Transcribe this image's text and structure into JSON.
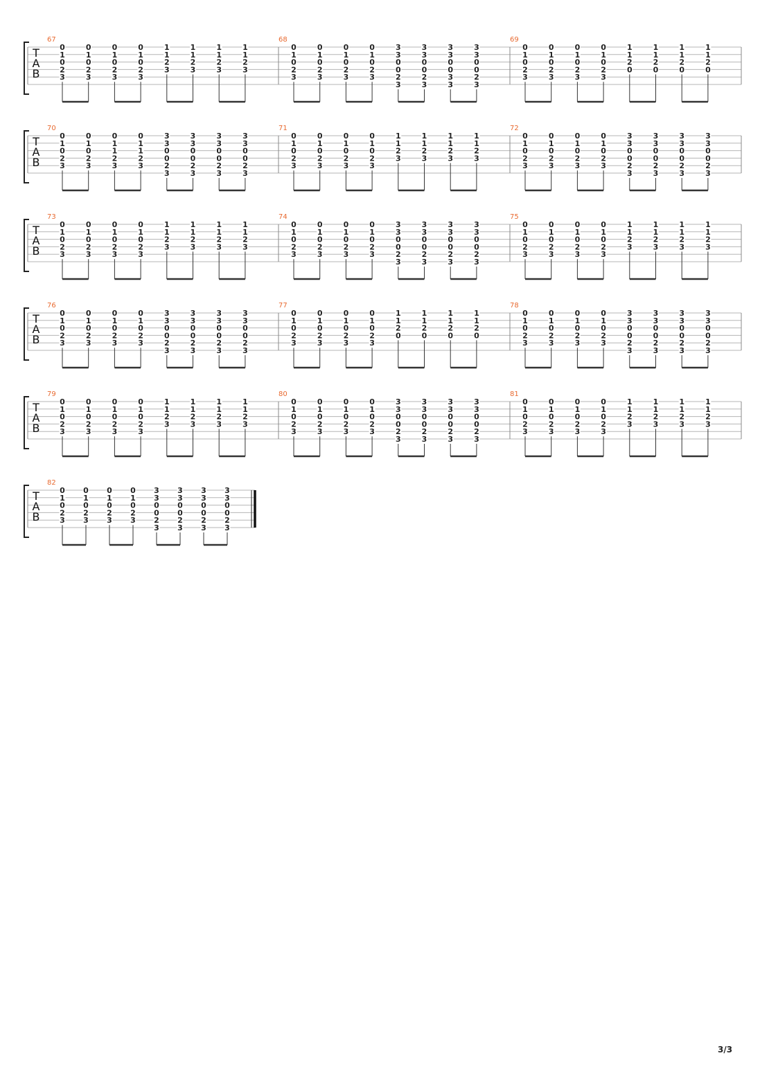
{
  "page_number": "3/3",
  "tab_clef": [
    "T",
    "A",
    "B"
  ],
  "systems": [
    {
      "measures": [
        {
          "number": "67",
          "beats": [
            [
              "0",
              "1",
              "0",
              "2",
              "3",
              ""
            ],
            [
              "0",
              "1",
              "0",
              "2",
              "3",
              ""
            ],
            [
              "0",
              "1",
              "0",
              "2",
              "3",
              ""
            ],
            [
              "0",
              "1",
              "0",
              "2",
              "3",
              ""
            ],
            [
              "1",
              "1",
              "2",
              "3",
              "",
              ""
            ],
            [
              "1",
              "1",
              "2",
              "3",
              "",
              ""
            ],
            [
              "1",
              "1",
              "2",
              "3",
              "",
              ""
            ],
            [
              "1",
              "1",
              "2",
              "3",
              "",
              ""
            ]
          ]
        },
        {
          "number": "68",
          "beats": [
            [
              "0",
              "1",
              "0",
              "2",
              "3",
              ""
            ],
            [
              "0",
              "1",
              "0",
              "2",
              "3",
              ""
            ],
            [
              "0",
              "1",
              "0",
              "2",
              "3",
              ""
            ],
            [
              "0",
              "1",
              "0",
              "2",
              "3",
              ""
            ],
            [
              "3",
              "3",
              "0",
              "0",
              "2",
              "3"
            ],
            [
              "3",
              "3",
              "0",
              "0",
              "2",
              "3"
            ],
            [
              "3",
              "3",
              "0",
              "0",
              "3",
              "3"
            ],
            [
              "3",
              "3",
              "0",
              "0",
              "2",
              "3"
            ]
          ]
        },
        {
          "number": "69",
          "beats": [
            [
              "0",
              "1",
              "0",
              "2",
              "3",
              ""
            ],
            [
              "0",
              "1",
              "0",
              "2",
              "3",
              ""
            ],
            [
              "0",
              "1",
              "0",
              "2",
              "3",
              ""
            ],
            [
              "0",
              "1",
              "0",
              "2",
              "3",
              ""
            ],
            [
              "1",
              "1",
              "2",
              "0",
              "",
              ""
            ],
            [
              "1",
              "1",
              "2",
              "0",
              "",
              ""
            ],
            [
              "1",
              "1",
              "2",
              "0",
              "",
              ""
            ],
            [
              "1",
              "1",
              "2",
              "0",
              "",
              ""
            ]
          ]
        }
      ]
    },
    {
      "measures": [
        {
          "number": "70",
          "beats": [
            [
              "0",
              "1",
              "0",
              "2",
              "3",
              ""
            ],
            [
              "0",
              "1",
              "0",
              "2",
              "3",
              ""
            ],
            [
              "0",
              "1",
              "1",
              "2",
              "3",
              ""
            ],
            [
              "0",
              "1",
              "1",
              "2",
              "3",
              ""
            ],
            [
              "3",
              "3",
              "0",
              "0",
              "2",
              "3"
            ],
            [
              "3",
              "3",
              "0",
              "0",
              "2",
              "3"
            ],
            [
              "3",
              "3",
              "0",
              "0",
              "2",
              "3"
            ],
            [
              "3",
              "3",
              "0",
              "0",
              "2",
              "3"
            ]
          ]
        },
        {
          "number": "71",
          "beats": [
            [
              "0",
              "1",
              "0",
              "2",
              "3",
              ""
            ],
            [
              "0",
              "1",
              "0",
              "2",
              "3",
              ""
            ],
            [
              "0",
              "1",
              "0",
              "2",
              "3",
              ""
            ],
            [
              "0",
              "1",
              "0",
              "2",
              "3",
              ""
            ],
            [
              "1",
              "1",
              "2",
              "3",
              "",
              ""
            ],
            [
              "1",
              "1",
              "2",
              "3",
              "",
              ""
            ],
            [
              "1",
              "1",
              "2",
              "3",
              "",
              ""
            ],
            [
              "1",
              "1",
              "2",
              "3",
              "",
              ""
            ]
          ]
        },
        {
          "number": "72",
          "beats": [
            [
              "0",
              "1",
              "0",
              "2",
              "3",
              ""
            ],
            [
              "0",
              "1",
              "0",
              "2",
              "3",
              ""
            ],
            [
              "0",
              "1",
              "0",
              "2",
              "3",
              ""
            ],
            [
              "0",
              "1",
              "0",
              "2",
              "3",
              ""
            ],
            [
              "3",
              "3",
              "0",
              "0",
              "2",
              "3"
            ],
            [
              "3",
              "3",
              "0",
              "0",
              "2",
              "3"
            ],
            [
              "3",
              "3",
              "0",
              "0",
              "2",
              "3"
            ],
            [
              "3",
              "3",
              "0",
              "0",
              "2",
              "3"
            ]
          ]
        }
      ]
    },
    {
      "measures": [
        {
          "number": "73",
          "beats": [
            [
              "0",
              "1",
              "0",
              "2",
              "3",
              ""
            ],
            [
              "0",
              "1",
              "0",
              "2",
              "3",
              ""
            ],
            [
              "0",
              "1",
              "0",
              "2",
              "3",
              ""
            ],
            [
              "0",
              "1",
              "0",
              "2",
              "3",
              ""
            ],
            [
              "1",
              "1",
              "2",
              "3",
              "",
              ""
            ],
            [
              "1",
              "1",
              "2",
              "3",
              "",
              ""
            ],
            [
              "1",
              "1",
              "2",
              "3",
              "",
              ""
            ],
            [
              "1",
              "1",
              "2",
              "3",
              "",
              ""
            ]
          ]
        },
        {
          "number": "74",
          "beats": [
            [
              "0",
              "1",
              "0",
              "2",
              "3",
              ""
            ],
            [
              "0",
              "1",
              "0",
              "2",
              "3",
              ""
            ],
            [
              "0",
              "1",
              "0",
              "2",
              "3",
              ""
            ],
            [
              "0",
              "1",
              "0",
              "2",
              "3",
              ""
            ],
            [
              "3",
              "3",
              "0",
              "0",
              "2",
              "3"
            ],
            [
              "3",
              "3",
              "0",
              "0",
              "2",
              "3"
            ],
            [
              "3",
              "3",
              "0",
              "0",
              "2",
              "3"
            ],
            [
              "3",
              "3",
              "0",
              "0",
              "2",
              "3"
            ]
          ]
        },
        {
          "number": "75",
          "beats": [
            [
              "0",
              "1",
              "0",
              "2",
              "3",
              ""
            ],
            [
              "0",
              "1",
              "0",
              "2",
              "3",
              ""
            ],
            [
              "0",
              "1",
              "0",
              "2",
              "3",
              ""
            ],
            [
              "0",
              "1",
              "0",
              "2",
              "3",
              ""
            ],
            [
              "1",
              "1",
              "2",
              "3",
              "",
              ""
            ],
            [
              "1",
              "1",
              "2",
              "3",
              "",
              ""
            ],
            [
              "1",
              "1",
              "2",
              "3",
              "",
              ""
            ],
            [
              "1",
              "1",
              "2",
              "3",
              "",
              ""
            ]
          ]
        }
      ]
    },
    {
      "measures": [
        {
          "number": "76",
          "beats": [
            [
              "0",
              "1",
              "0",
              "2",
              "3",
              ""
            ],
            [
              "0",
              "1",
              "0",
              "2",
              "3",
              ""
            ],
            [
              "0",
              "1",
              "0",
              "2",
              "3",
              ""
            ],
            [
              "0",
              "1",
              "0",
              "2",
              "3",
              ""
            ],
            [
              "3",
              "3",
              "0",
              "0",
              "2",
              "3"
            ],
            [
              "3",
              "3",
              "0",
              "0",
              "2",
              "3"
            ],
            [
              "3",
              "3",
              "0",
              "0",
              "2",
              "3"
            ],
            [
              "3",
              "3",
              "0",
              "0",
              "2",
              "3"
            ]
          ]
        },
        {
          "number": "77",
          "beats": [
            [
              "0",
              "1",
              "0",
              "2",
              "3",
              ""
            ],
            [
              "0",
              "1",
              "0",
              "2",
              "3",
              ""
            ],
            [
              "0",
              "1",
              "0",
              "2",
              "3",
              ""
            ],
            [
              "0",
              "1",
              "0",
              "2",
              "3",
              ""
            ],
            [
              "1",
              "1",
              "2",
              "0",
              "",
              ""
            ],
            [
              "1",
              "1",
              "2",
              "0",
              "",
              ""
            ],
            [
              "1",
              "1",
              "2",
              "0",
              "",
              ""
            ],
            [
              "1",
              "1",
              "2",
              "0",
              "",
              ""
            ]
          ]
        },
        {
          "number": "78",
          "beats": [
            [
              "0",
              "1",
              "0",
              "2",
              "3",
              ""
            ],
            [
              "0",
              "1",
              "0",
              "2",
              "3",
              ""
            ],
            [
              "0",
              "1",
              "0",
              "2",
              "3",
              ""
            ],
            [
              "0",
              "1",
              "0",
              "2",
              "3",
              ""
            ],
            [
              "3",
              "3",
              "0",
              "0",
              "2",
              "3"
            ],
            [
              "3",
              "3",
              "0",
              "0",
              "2",
              "3"
            ],
            [
              "3",
              "3",
              "0",
              "0",
              "2",
              "3"
            ],
            [
              "3",
              "3",
              "0",
              "0",
              "2",
              "3"
            ]
          ]
        }
      ]
    },
    {
      "measures": [
        {
          "number": "79",
          "beats": [
            [
              "0",
              "1",
              "0",
              "2",
              "3",
              ""
            ],
            [
              "0",
              "1",
              "0",
              "2",
              "3",
              ""
            ],
            [
              "0",
              "1",
              "0",
              "2",
              "3",
              ""
            ],
            [
              "0",
              "1",
              "0",
              "2",
              "3",
              ""
            ],
            [
              "1",
              "1",
              "2",
              "3",
              "",
              ""
            ],
            [
              "1",
              "1",
              "2",
              "3",
              "",
              ""
            ],
            [
              "1",
              "1",
              "2",
              "3",
              "",
              ""
            ],
            [
              "1",
              "1",
              "2",
              "3",
              "",
              ""
            ]
          ]
        },
        {
          "number": "80",
          "beats": [
            [
              "0",
              "1",
              "0",
              "2",
              "3",
              ""
            ],
            [
              "0",
              "1",
              "0",
              "2",
              "3",
              ""
            ],
            [
              "0",
              "1",
              "0",
              "2",
              "3",
              ""
            ],
            [
              "0",
              "1",
              "0",
              "2",
              "3",
              ""
            ],
            [
              "3",
              "3",
              "0",
              "0",
              "2",
              "3"
            ],
            [
              "3",
              "3",
              "0",
              "0",
              "2",
              "3"
            ],
            [
              "3",
              "3",
              "0",
              "0",
              "2",
              "3"
            ],
            [
              "3",
              "3",
              "0",
              "0",
              "2",
              "3"
            ]
          ]
        },
        {
          "number": "81",
          "beats": [
            [
              "0",
              "1",
              "0",
              "2",
              "3",
              ""
            ],
            [
              "0",
              "1",
              "0",
              "2",
              "3",
              ""
            ],
            [
              "0",
              "1",
              "0",
              "2",
              "3",
              ""
            ],
            [
              "0",
              "1",
              "0",
              "2",
              "3",
              ""
            ],
            [
              "1",
              "1",
              "2",
              "3",
              "",
              ""
            ],
            [
              "1",
              "1",
              "2",
              "3",
              "",
              ""
            ],
            [
              "1",
              "1",
              "2",
              "3",
              "",
              ""
            ],
            [
              "1",
              "1",
              "2",
              "3",
              "",
              ""
            ]
          ]
        }
      ]
    },
    {
      "measures": [
        {
          "number": "82",
          "beats": [
            [
              "0",
              "1",
              "0",
              "2",
              "3",
              ""
            ],
            [
              "0",
              "1",
              "0",
              "2",
              "3",
              ""
            ],
            [
              "0",
              "1",
              "0",
              "2",
              "3",
              ""
            ],
            [
              "0",
              "1",
              "0",
              "2",
              "3",
              ""
            ],
            [
              "3",
              "3",
              "0",
              "0",
              "2",
              "3"
            ],
            [
              "3",
              "3",
              "0",
              "0",
              "2",
              "3"
            ],
            [
              "3",
              "3",
              "0",
              "0",
              "2",
              "3"
            ],
            [
              "3",
              "3",
              "0",
              "0",
              "2",
              "3"
            ]
          ]
        }
      ]
    }
  ]
}
